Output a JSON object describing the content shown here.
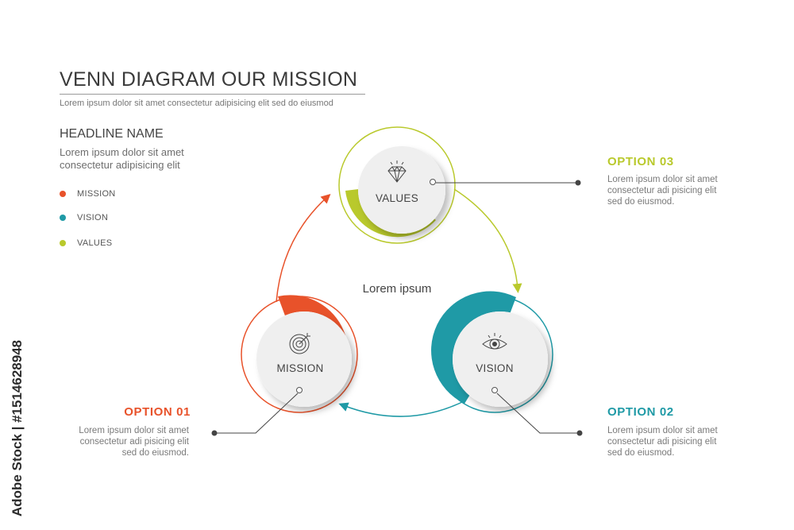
{
  "header": {
    "title": "VENN DIAGRAM OUR MISSION",
    "subtitle": "Lorem ipsum dolor sit amet consectetur adipisicing elit  sed do eiusmod"
  },
  "intro": {
    "headline": "HEADLINE NAME",
    "lines": [
      "Lorem ipsum dolor sit amet",
      "consectetur adipisicing elit"
    ]
  },
  "legend": [
    {
      "label": "MISSION",
      "color": "#e8522a"
    },
    {
      "label": "VISION",
      "color": "#1f9aa6"
    },
    {
      "label": "VALUES",
      "color": "#b9c92c"
    }
  ],
  "diagram": {
    "center_text": "Lorem ipsum",
    "nodes": {
      "values": {
        "label": "VALUES",
        "icon": "diamond-icon",
        "color": "#b9c92c"
      },
      "mission": {
        "label": "MISSION",
        "icon": "target-icon",
        "color": "#e8522a"
      },
      "vision": {
        "label": "VISION",
        "icon": "eye-icon",
        "color": "#1f9aa6"
      }
    }
  },
  "options": {
    "option1": {
      "title": "OPTION 01",
      "color": "#e8522a",
      "lines": [
        "Lorem ipsum dolor sit amet",
        "consectetur adi pisicing elit",
        "sed do eiusmod."
      ]
    },
    "option2": {
      "title": "OPTION 02",
      "color": "#1f9aa6",
      "lines": [
        "Lorem ipsum dolor sit amet",
        "consectetur adi pisicing elit",
        "sed do eiusmod."
      ]
    },
    "option3": {
      "title": "OPTION 03",
      "color": "#b9c92c",
      "lines": [
        "Lorem ipsum dolor sit amet",
        "consectetur adi pisicing elit",
        "sed do eiusmod."
      ]
    }
  },
  "watermark": {
    "text": "Adobe Stock | #1514628948"
  }
}
